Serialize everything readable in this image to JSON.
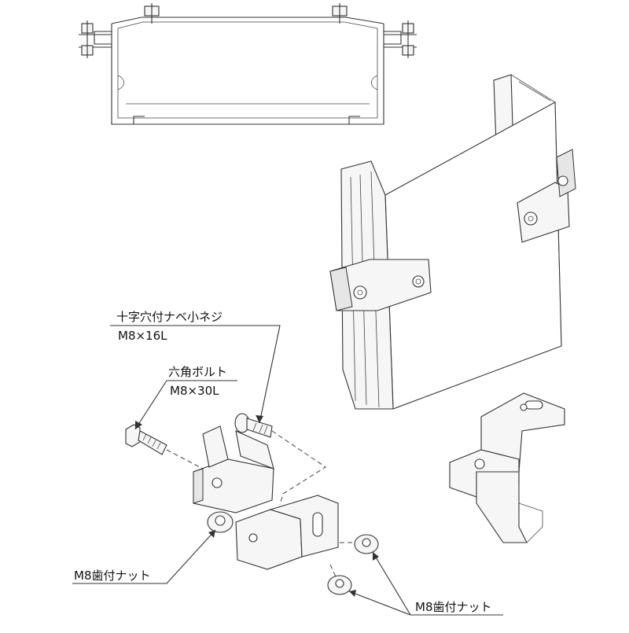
{
  "labels": {
    "pan_screw_name": "十字穴付ナベ小ネジ",
    "pan_screw_size": "M8×16L",
    "hex_bolt_name": "六角ボルト",
    "hex_bolt_size": "M8×30L",
    "nut_left": "M8歯付ナット",
    "nut_right": "M8歯付ナット"
  }
}
